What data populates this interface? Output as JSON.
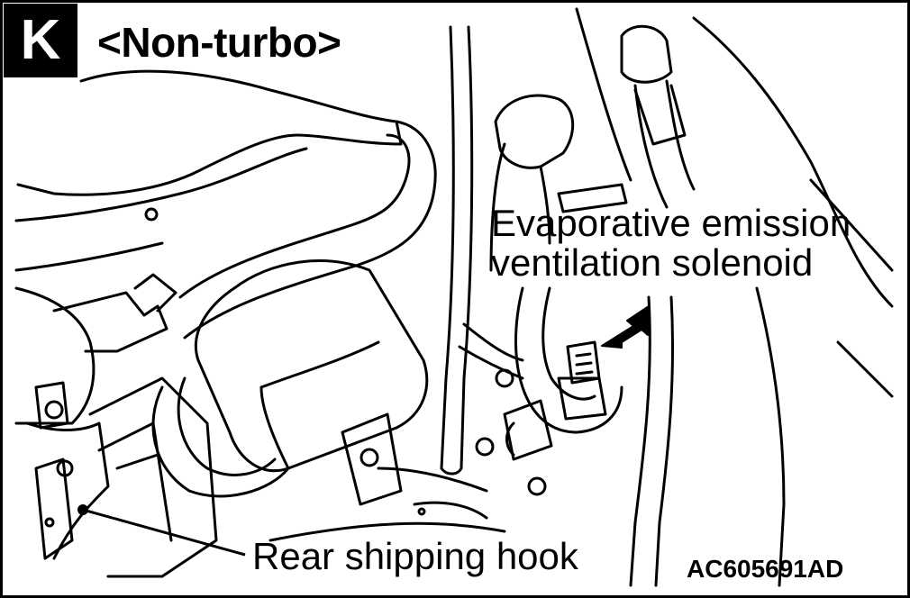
{
  "diagram": {
    "badge_letter": "K",
    "variant_label": "<Non-turbo>",
    "component_label_line1": "Evaporative emission",
    "component_label_line2": "ventilation solenoid",
    "hook_label": "Rear shipping hook",
    "figure_code": "AC605691AD"
  },
  "colors": {
    "ink": "#000000",
    "paper": "#ffffff"
  }
}
